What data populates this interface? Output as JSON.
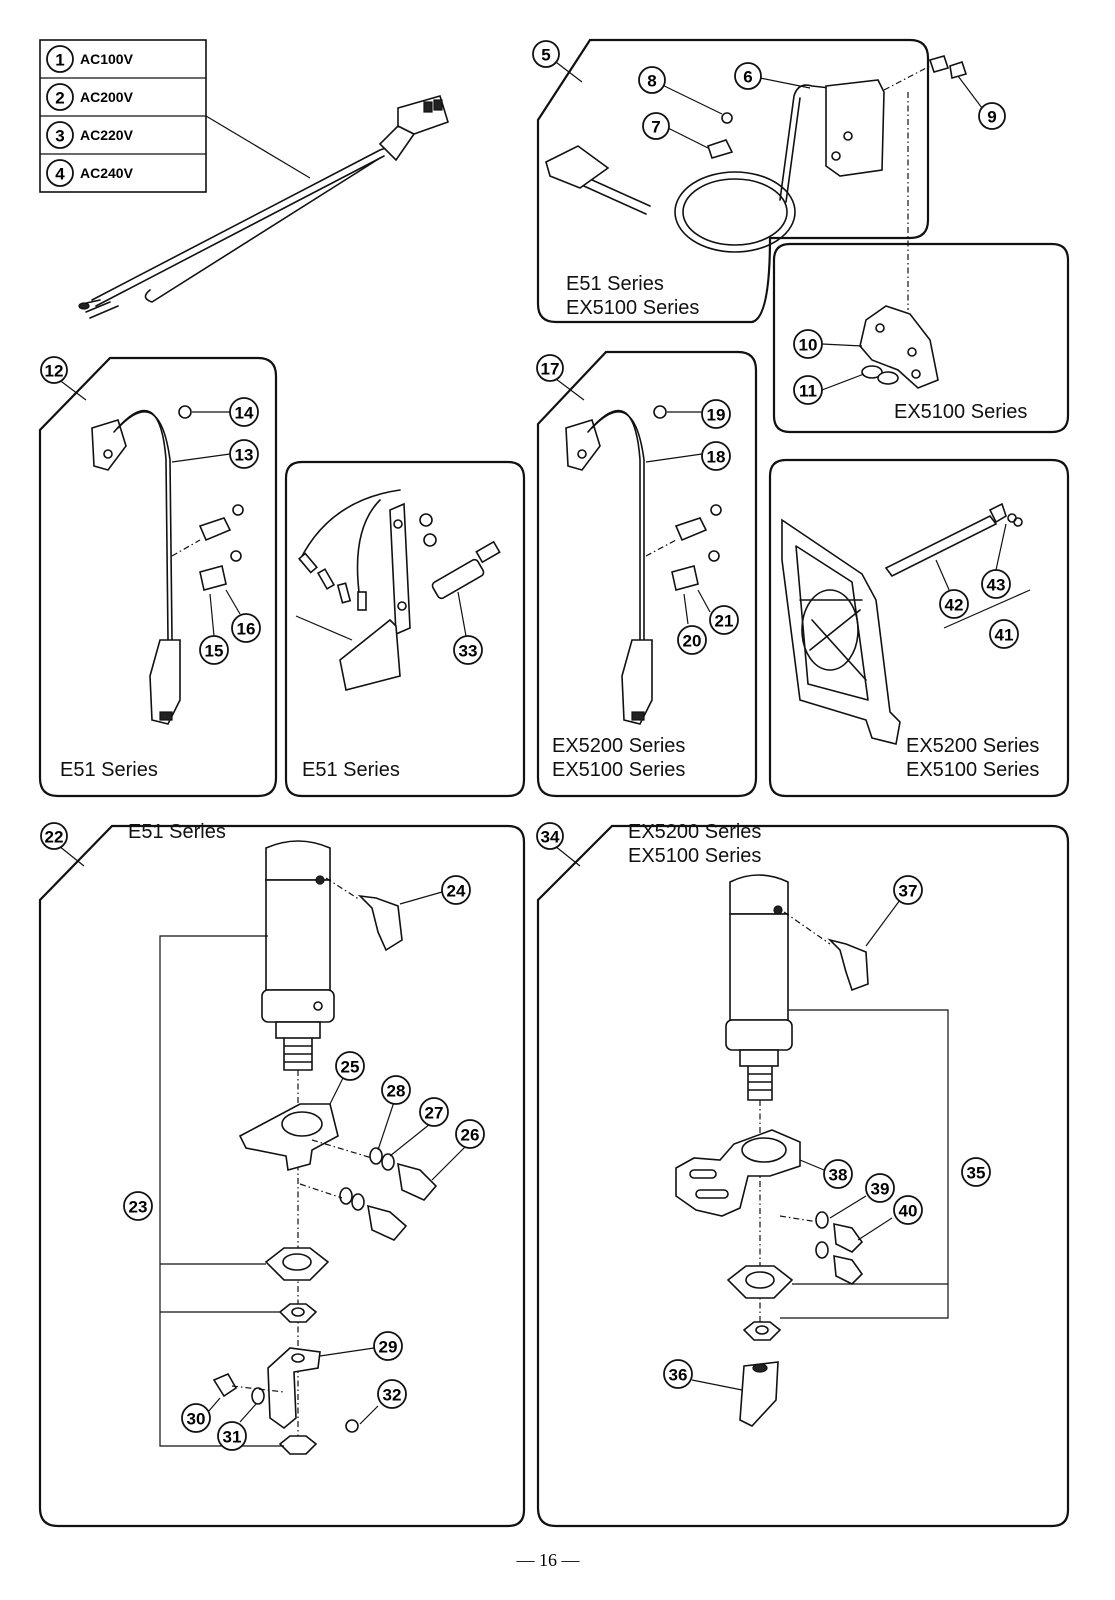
{
  "voltage_table": [
    {
      "no": "1",
      "label": "AC100V"
    },
    {
      "no": "2",
      "label": "AC200V"
    },
    {
      "no": "3",
      "label": "AC220V"
    },
    {
      "no": "4",
      "label": "AC240V"
    }
  ],
  "series_labels": {
    "top_right_1": "E51 Series",
    "top_right_2": "EX5100 Series",
    "bracket_ex5100": "EX5100 Series",
    "p12": "E51 Series",
    "p33": "E51 Series",
    "p17_1": "EX5200 Series",
    "p17_2": "EX5100 Series",
    "p41_1": "EX5200 Series",
    "p41_2": "EX5100 Series",
    "p22": "E51 Series",
    "p34_1": "EX5200 Series",
    "p34_2": "EX5100 Series"
  },
  "callouts": {
    "c5": "5",
    "c6": "6",
    "c7": "7",
    "c8": "8",
    "c9": "9",
    "c10": "10",
    "c11": "11",
    "c12": "12",
    "c13": "13",
    "c14": "14",
    "c15": "15",
    "c16": "16",
    "c17": "17",
    "c18": "18",
    "c19": "19",
    "c20": "20",
    "c21": "21",
    "c22": "22",
    "c23": "23",
    "c24": "24",
    "c25": "25",
    "c26": "26",
    "c27": "27",
    "c28": "28",
    "c29": "29",
    "c30": "30",
    "c31": "31",
    "c32": "32",
    "c33": "33",
    "c34": "34",
    "c35": "35",
    "c36": "36",
    "c37": "37",
    "c38": "38",
    "c39": "39",
    "c40": "40",
    "c41": "41",
    "c42": "42",
    "c43": "43"
  },
  "page_number": "— 16 —"
}
